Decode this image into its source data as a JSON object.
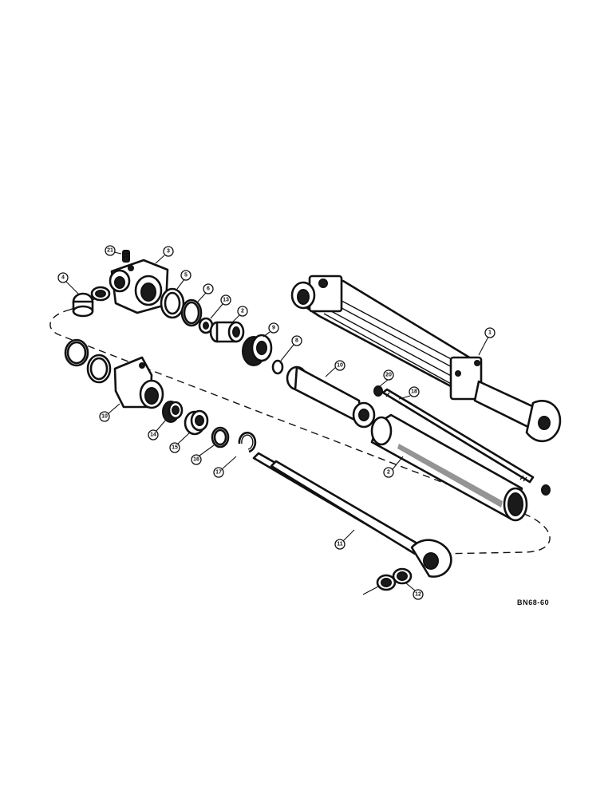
{
  "figure": {
    "reference_code": "BN68-60",
    "callouts": {
      "c1": "1",
      "c2a": "2",
      "c2b": "2",
      "c3": "3",
      "c4": "4",
      "c5": "5",
      "c6": "6",
      "c8": "8",
      "c9": "9",
      "c10a": "10",
      "c10b": "10",
      "c11": "11",
      "c12": "12",
      "c13": "13",
      "c14": "14",
      "c15": "15",
      "c16": "16",
      "c17": "17",
      "c18": "18",
      "c20": "20",
      "c21": "21"
    }
  }
}
